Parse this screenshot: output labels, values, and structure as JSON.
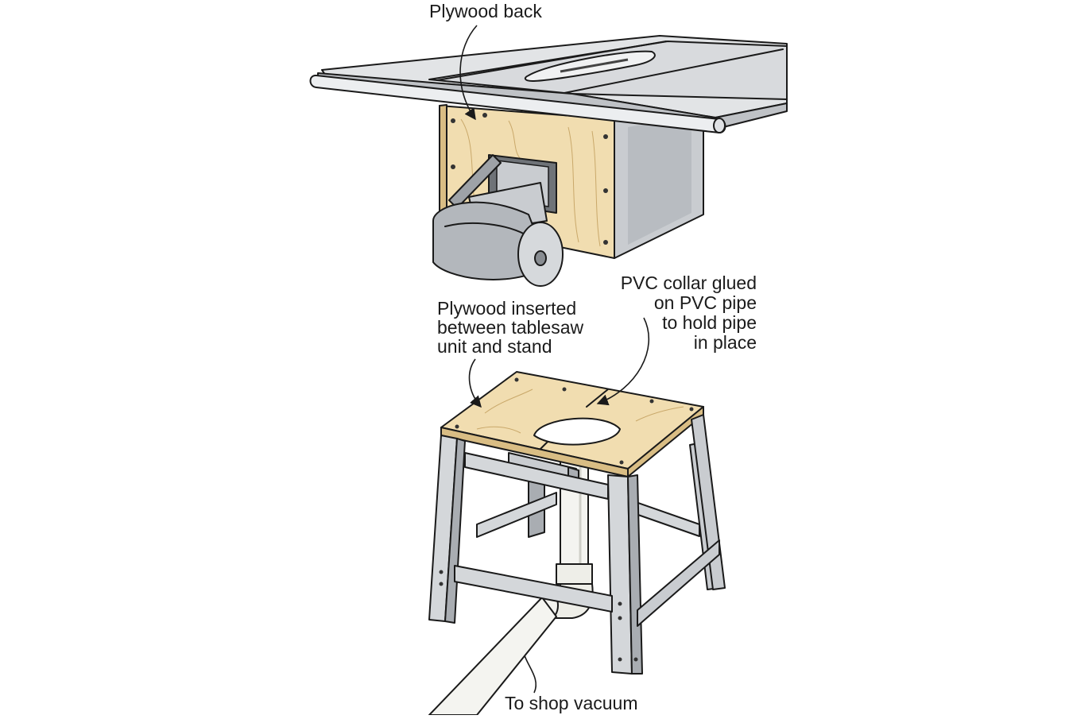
{
  "labels": {
    "plywood_back": "Plywood back",
    "plywood_inserted": [
      "Plywood inserted",
      "between tablesaw",
      "unit and stand"
    ],
    "pvc_collar": [
      "PVC collar glued",
      "on PVC pipe",
      "to hold pipe",
      "in place"
    ],
    "to_shop_vacuum": "To shop vacuum"
  },
  "colors": {
    "plywood": "#f1ddb0",
    "plywood_edge": "#d9bd84",
    "steel_light": "#e2e4e6",
    "steel_mid": "#c9ccd0",
    "steel_dark": "#a9adb2",
    "pvc": "#f4f4f0",
    "ink": "#1a1a1a"
  }
}
